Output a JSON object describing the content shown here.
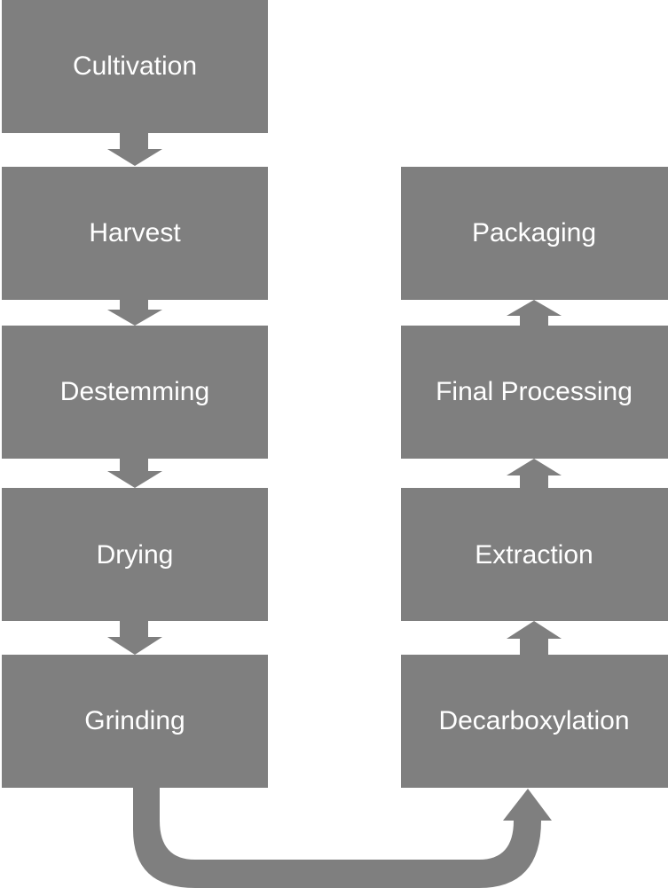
{
  "diagram": {
    "title": "",
    "color": "#7f7f7f",
    "text_color": "#ffffff",
    "left_column": [
      {
        "label": "Cultivation"
      },
      {
        "label": "Harvest"
      },
      {
        "label": "Destemming"
      },
      {
        "label": "Drying"
      },
      {
        "label": "Grinding"
      }
    ],
    "right_column": [
      {
        "label": "Packaging"
      },
      {
        "label": "Final Processing"
      },
      {
        "label": "Extraction"
      },
      {
        "label": "Decarboxylation"
      }
    ],
    "flow": [
      "Cultivation",
      "Harvest",
      "Destemming",
      "Drying",
      "Grinding",
      "Decarboxylation",
      "Extraction",
      "Final Processing",
      "Packaging"
    ]
  }
}
